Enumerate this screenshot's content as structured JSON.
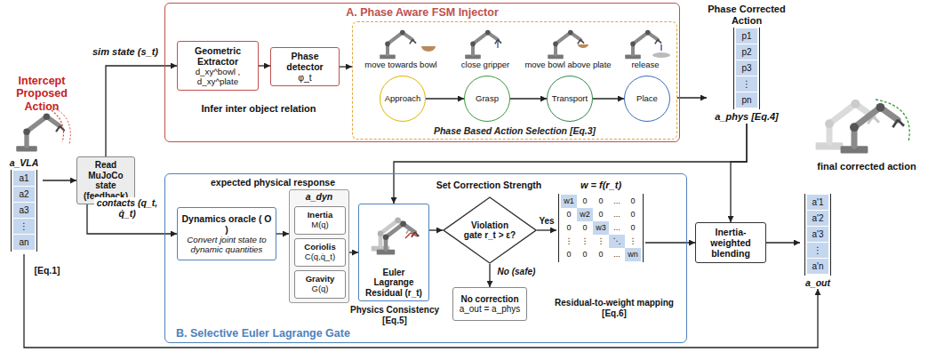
{
  "diagram": {
    "nodes": [
      {
        "text": [
          "A. Phase Aware FSM Injector"
        ]
      },
      {
        "text": [
          "Geometric Extractor",
          "d_xy^bowl , d_xy^plate"
        ],
        "in": 0
      },
      {
        "text": [
          "Phase detector",
          "φ_t"
        ],
        "in": 0
      },
      {
        "text": [
          "Phase Based Action Selection [Eq.3]"
        ],
        "in": 0
      },
      {
        "text": [
          "Approach"
        ],
        "in": 3
      },
      {
        "text": [
          "Grasp"
        ],
        "in": 3
      },
      {
        "text": [
          "Transport"
        ],
        "in": 3
      },
      {
        "text": [
          "Place"
        ],
        "in": 3
      },
      {
        "text": [
          "a_VLA",
          "a1",
          "a2",
          "a3",
          "⋮",
          "an"
        ]
      },
      {
        "text": [
          "Read MuJoCo state (feedback)"
        ]
      },
      {
        "text": [
          "Phase Corrected Action",
          "p1",
          "p2",
          "p3",
          "⋮",
          "pn",
          "a_phys [Eq.4]"
        ]
      },
      {
        "text": [
          "B. Selective Euler Lagrange Gate"
        ]
      },
      {
        "text": [
          "Dynamics oracle ( O )",
          "Convert joint state to dynamic quantities"
        ],
        "in": 11
      },
      {
        "text": [
          "a_dyn"
        ],
        "in": 11
      },
      {
        "text": [
          "Inertia",
          "M(q)"
        ],
        "in": 13
      },
      {
        "text": [
          "Coriolis",
          "C(q,q̇_t)"
        ],
        "in": 13
      },
      {
        "text": [
          "Gravity",
          "G(q)"
        ],
        "in": 13
      },
      {
        "text": [
          "Euler Lagrange Residual (r_t)"
        ],
        "in": 11
      },
      {
        "text": [
          "Violation gate r_t > ε?"
        ],
        "in": 11
      },
      {
        "text": [
          "No correction",
          "a_out = a_phys"
        ],
        "in": 11
      },
      {
        "text": [
          "w = f(r_t)",
          "w1",
          "0",
          "0",
          "...",
          "0",
          "0",
          "w2",
          "0",
          "...",
          "0",
          "0",
          "0",
          "w3",
          "...",
          "0",
          "⋮",
          "⋮",
          "⋮",
          "⋱",
          "⋮",
          "0",
          "0",
          "0",
          "...",
          "wn"
        ],
        "in": 11
      },
      {
        "text": [
          "Inertia-weighted blending"
        ]
      },
      {
        "text": [
          "a'1",
          "a'2",
          "a'3",
          "⋮",
          "a'n",
          "a_out"
        ]
      }
    ],
    "edges": [
      {
        "from": 8,
        "to": 9,
        "arrow": "to"
      },
      {
        "from": 9,
        "to": 1,
        "label": "sim state (s_t)",
        "arrow": "to"
      },
      {
        "from": 1,
        "to": 2,
        "arrow": "to"
      },
      {
        "from": 2,
        "to": 3,
        "arrow": "to"
      },
      {
        "from": 4,
        "to": 5,
        "arrow": "to"
      },
      {
        "from": 5,
        "to": 6,
        "arrow": "to"
      },
      {
        "from": 6,
        "to": 7,
        "arrow": "to"
      },
      {
        "from": 3,
        "to": 10,
        "arrow": "to"
      },
      {
        "from": 9,
        "to": 12,
        "label": "contacts (q_t, q̇_t)",
        "arrow": "to"
      },
      {
        "from": 12,
        "to": 13,
        "arrow": "to"
      },
      {
        "from": 13,
        "to": 17,
        "arrow": "to"
      },
      {
        "from": 10,
        "to": 17,
        "arrow": "to"
      },
      {
        "from": 17,
        "to": 18,
        "arrow": "to"
      },
      {
        "from": 18,
        "to": 20,
        "label": "Yes",
        "arrow": "to"
      },
      {
        "from": 18,
        "to": 19,
        "label": "No (safe)",
        "arrow": "to"
      },
      {
        "from": 10,
        "to": 21,
        "arrow": "to"
      },
      {
        "from": 20,
        "to": 21,
        "arrow": "to"
      },
      {
        "from": 21,
        "to": 22,
        "arrow": "to"
      },
      {
        "from": 8,
        "to": 22,
        "label": "[Eq.1]",
        "arrow": "to"
      }
    ],
    "labels": [
      "Intercept Proposed Action",
      "Infer inter object relation",
      "move towards bowl",
      "close gripper",
      "move bowl above plate",
      "release",
      "expected physical response",
      "Set Correction Strength",
      "Physics Consistency [Eq.5]",
      "Residual-to-weight mapping [Eq.6]",
      "final corrected action"
    ]
  }
}
